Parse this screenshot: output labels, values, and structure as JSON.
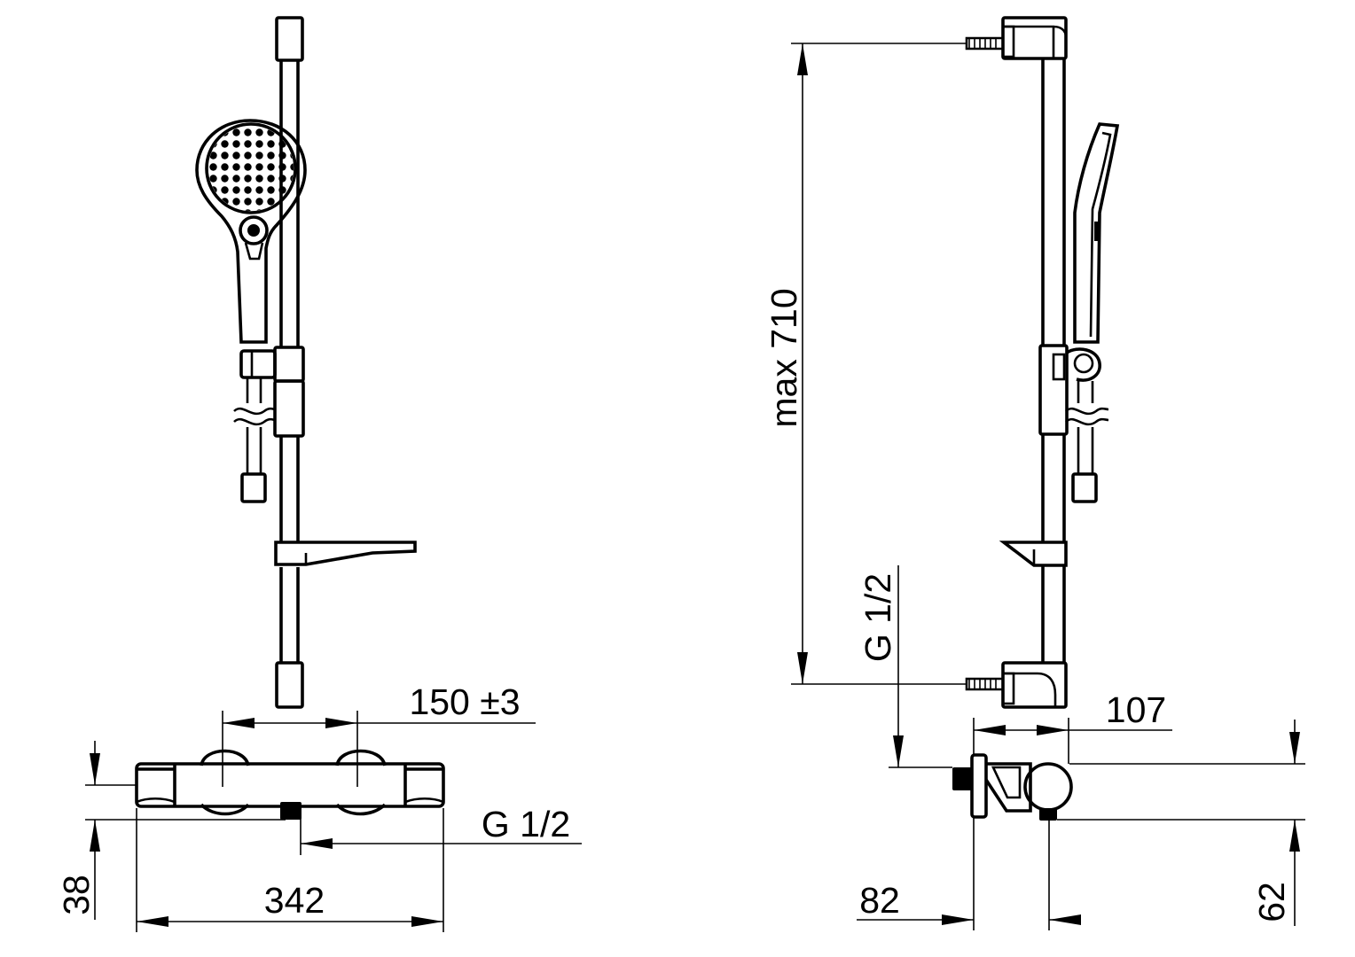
{
  "dimensions": {
    "pitch": "150 ±3",
    "inlet_left": "G 1/2",
    "body_width": "342",
    "body_height": "38",
    "max_height": "max 710",
    "inlet_right": "G 1/2",
    "projection": "107",
    "wall_to_outlet": "82",
    "outlet_height": "62"
  }
}
